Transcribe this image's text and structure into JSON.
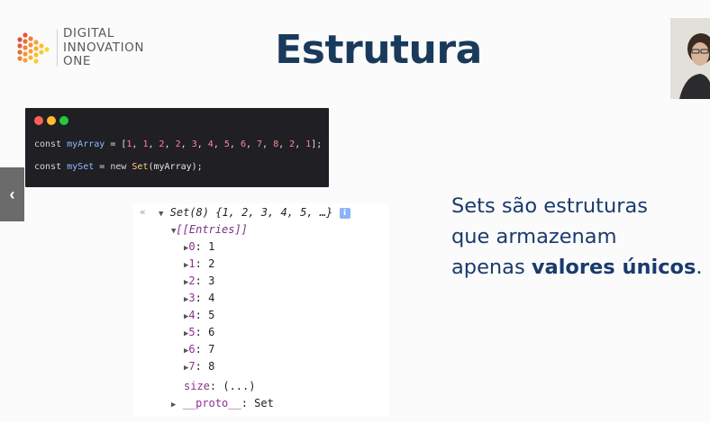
{
  "logo": {
    "line1": "DIGITAL",
    "line2": "INNOVATION",
    "line3": "ONE"
  },
  "slide": {
    "title": "Estrutura"
  },
  "code": {
    "line1": {
      "kw": "const",
      "var": "myArray",
      "rest": " = [",
      "values": [
        "1",
        "1",
        "2",
        "2",
        "3",
        "4",
        "5",
        "6",
        "7",
        "8",
        "2",
        "1"
      ],
      "end": "];"
    },
    "line2": {
      "kw": "const",
      "var": "mySet",
      "mid": " = ",
      "new": "new",
      "cls": "Set",
      "arg": "(myArray);"
    }
  },
  "console": {
    "back_glyph": "«",
    "set_header": "Set(8) {1, 2, 3, 4, 5, …}",
    "info_badge": "i",
    "entries_label": "[[Entries]]",
    "entries": [
      {
        "key": "0",
        "value": "1"
      },
      {
        "key": "1",
        "value": "2"
      },
      {
        "key": "2",
        "value": "3"
      },
      {
        "key": "3",
        "value": "4"
      },
      {
        "key": "4",
        "value": "5"
      },
      {
        "key": "5",
        "value": "6"
      },
      {
        "key": "6",
        "value": "7"
      },
      {
        "key": "7",
        "value": "8"
      }
    ],
    "size_key": "size",
    "size_value": ": (...)",
    "proto_key": "__proto__",
    "proto_value": ": Set"
  },
  "description": {
    "line1": "Sets são estruturas",
    "line2": "que armazenam",
    "line3_plain": "apenas ",
    "line3_bold": "valores únicos",
    "line3_end": "."
  },
  "nav": {
    "prev_glyph": "‹"
  }
}
